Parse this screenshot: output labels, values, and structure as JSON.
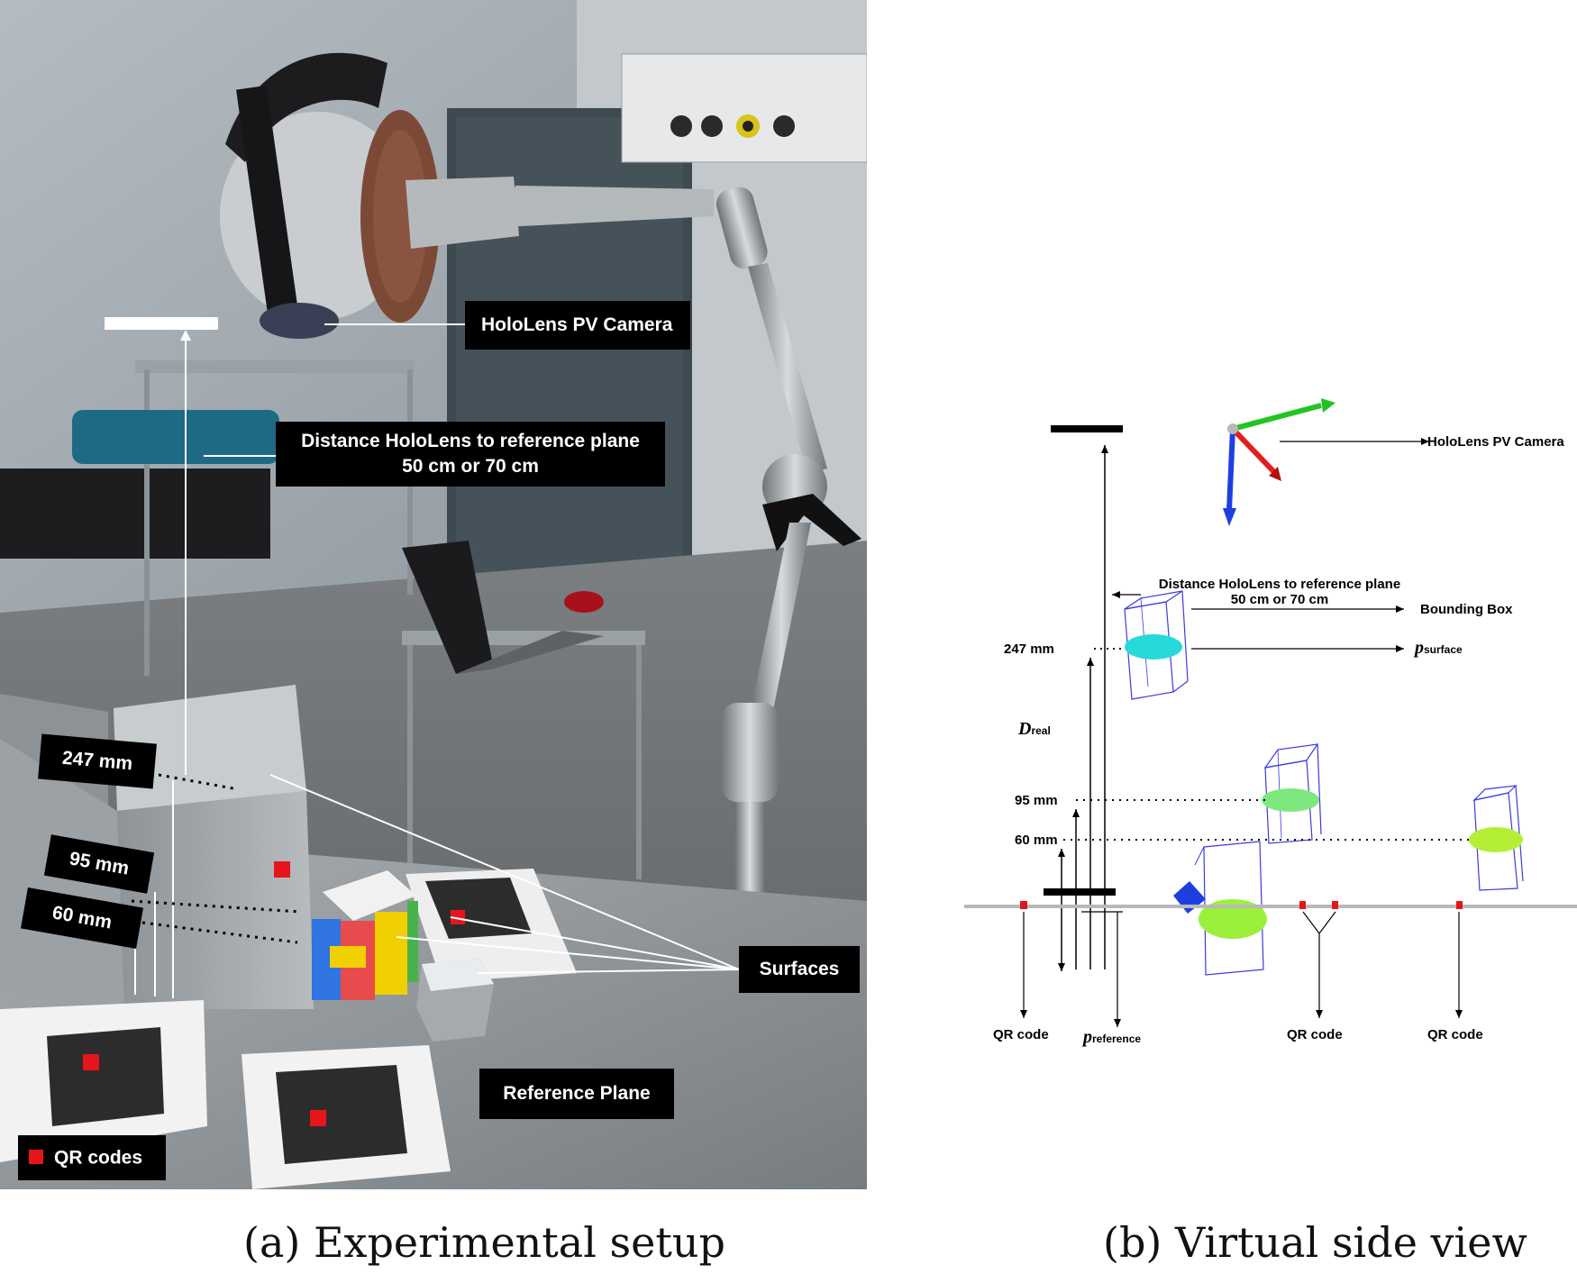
{
  "panel_a": {
    "labels": {
      "camera": "HoloLens PV Camera",
      "distance_line1": "Distance HoloLens to reference plane",
      "distance_line2": "50 cm or 70 cm",
      "surfaces": "Surfaces",
      "reference_plane": "Reference Plane",
      "h247": "247 mm",
      "h95": "95 mm",
      "h60": "60 mm",
      "qr_codes": "QR codes"
    },
    "colors": {
      "qr_marker": "#e8141c",
      "label_bg": "#000000",
      "label_text": "#ffffff"
    }
  },
  "panel_b": {
    "labels": {
      "camera": "HoloLens PV Camera",
      "distance_line1": "Distance HoloLens to reference plane",
      "distance_line2": "50 cm or 70 cm",
      "bounding_box": "Bounding Box",
      "p_surface_symbol": "p",
      "p_surface_sub": "surface",
      "d_real_symbol": "D",
      "d_real_sub": "real",
      "h247": "247 mm",
      "h95": "95 mm",
      "h60": "60 mm",
      "qr1": "QR code",
      "qr2": "QR code",
      "qr3": "QR code",
      "p_reference_symbol": "p",
      "p_reference_sub": "reference"
    },
    "colors": {
      "axis_x": "#e02020",
      "axis_y": "#22c422",
      "axis_z": "#1f3ee0",
      "surface_247": "#27d9d9",
      "surface_95": "#7ee87e",
      "surface_60": "#b5ef35",
      "surface_ref": "#9cf03c",
      "bounding_box": "#3b3bdb",
      "qr_marker": "#e8141c"
    }
  },
  "captions": {
    "a": "(a) Experimental setup",
    "b": "(b) Virtual side view"
  }
}
